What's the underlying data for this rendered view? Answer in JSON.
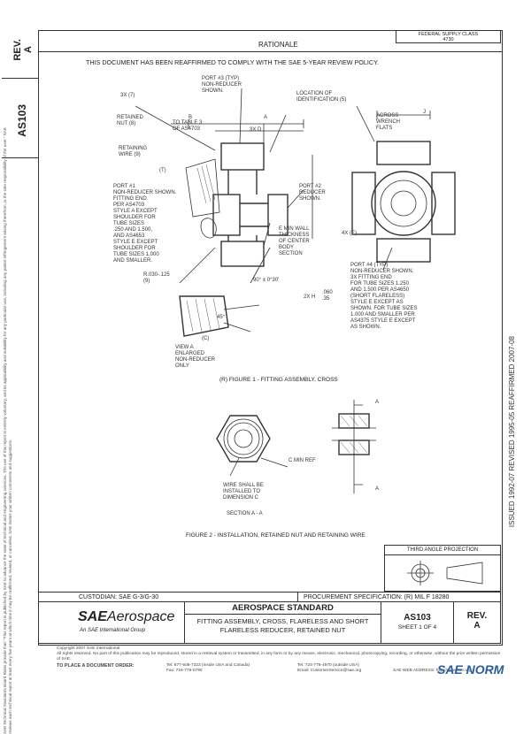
{
  "left_margin": {
    "rev_label": "REV.",
    "rev_value": "A",
    "doc_number": "AS103",
    "disclaimer": "SAE Technical Standards Board Rules provide that: \"This report is published by SAE to advance the state of technical and engineering sciences. The use of this report is entirely voluntary, and its applicability and suitability for any particular use, including any patent infringement arising therefrom, is the sole responsibility of the user.\" SAE reviews each technical report at least every five years at which time it may be reaffirmed, revised, or cancelled. SAE invites your written comments and suggestions."
  },
  "header": {
    "federal_supply_class_label": "FEDERAL SUPPLY CLASS",
    "federal_supply_class_value": "4730",
    "rationale_title": "RATIONALE",
    "rationale_text": "THIS DOCUMENT HAS BEEN REAFFIRMED TO COMPLY WITH THE SAE 5-YEAR REVIEW POLICY."
  },
  "right_margin": {
    "dates": "ISSUED 1992-07     REVISED 1995-05     REAFFIRMED 2007-08"
  },
  "figure1": {
    "caption": "(R) FIGURE 1 - FITTING ASSEMBLY, CROSS",
    "labels": {
      "port3": "PORT #3 (TYP)\nNON-REDUCER\nSHOWN.",
      "location": "LOCATION OF\nIDENTIFICATION (5)",
      "across": "ACROSS\nWRENCH\nFLATS",
      "j": "J",
      "three_x": "3X (7)",
      "b": "B",
      "table_ref": "TO TABLE 3\nOF AS4703",
      "a": "A",
      "three_x_d": "3X D",
      "retained": "RETAINED\nNUT (8)",
      "retaining": "RETAINING\nWIRE (9)",
      "t": "(T)",
      "port1": "PORT #1\nNON-REDUCER SHOWN.\nFITTING END\nPER AS4703\nSTYLE A EXCEPT\nSHOULDER FOR\nTUBE SIZES\n.250 AND 1.500,\nAND AS4653\nSTYLE E EXCEPT\nSHOULDER FOR\nTUBE SIZES 1.000\nAND SMALLER.",
      "port2": "PORT #2\nREDUCER\nSHOWN.",
      "thickness": "E MIN WALL\nTHICKNESS\nOF CENTER\nBODY\nSECTION",
      "four_x": "4X (E)",
      "radius": "R.030-.125\n(9)",
      "angle": "90° ± 0°30'",
      "port4": "PORT #4 (TYP)\nNON-REDUCER SHOWN.\n3X FITTING END\nFOR TUBE SIZES 1.250\nAND 1.500 PER AS4650\n(SHORT FLARELESS)\nSTYLE E EXCEPT AS\nSHOWN. FOR TUBE SIZES\n1.000 AND SMALLER PER\nAS4375 STYLE E EXCEPT\nAS SHOWN.",
      "two_x": "2X H",
      "dims": ".060\n.35",
      "view_a": "VIEW A\nENLARGED\nNON-REDUCER\nONLY",
      "angle45": "45°",
      "c": "(C)"
    }
  },
  "figure2": {
    "caption": "FIGURE 2 - INSTALLATION, RETAINED NUT AND RETAINING WIRE",
    "labels": {
      "a_top": "A",
      "a_bottom": "A",
      "c_min": "C MIN REF",
      "wire": "WIRE SHALL BE\nINSTALLED TO\nDIMENSION C",
      "section": "SECTION A - A"
    }
  },
  "third_angle": "THIRD ANGLE PROJECTION",
  "title_block": {
    "custodian": "CUSTODIAN:  SAE G-3/G-30",
    "procurement": "PROCUREMENT SPECIFICATION:  (R) MIL F 18280",
    "logo_sae": "SAE",
    "logo_aerospace": "Aerospace",
    "logo_tagline": "An SAE International Group",
    "standard": "AEROSPACE STANDARD",
    "title": "FITTING ASSEMBLY, CROSS, FLARELESS AND SHORT FLARELESS REDUCER, RETAINED NUT",
    "doc_number": "AS103",
    "sheet": "SHEET 1 OF 4",
    "rev_label": "REV.",
    "rev_value": "A"
  },
  "footer": {
    "copyright": "Copyright 2007 SAE International",
    "rights": "All rights reserved. No part of this publication may be reproduced, stored in a retrieval system or transmitted, in any form or by any means, electronic, mechanical, photocopying, recording, or otherwise, without the prior written permission of SAE.",
    "order_label": "TO PLACE A DOCUMENT ORDER:",
    "tel1": "Tel: 877-606-7323 (inside USA and Canada)",
    "fax": "Fax: 724-776-0790",
    "tel2": "Tel: 724-776-4970 (outside USA)",
    "email": "Email: CustomerService@sae.org",
    "web": "SAE WEB ADDRESS: http://www.sae.org"
  },
  "watermark": "SAE NORM"
}
